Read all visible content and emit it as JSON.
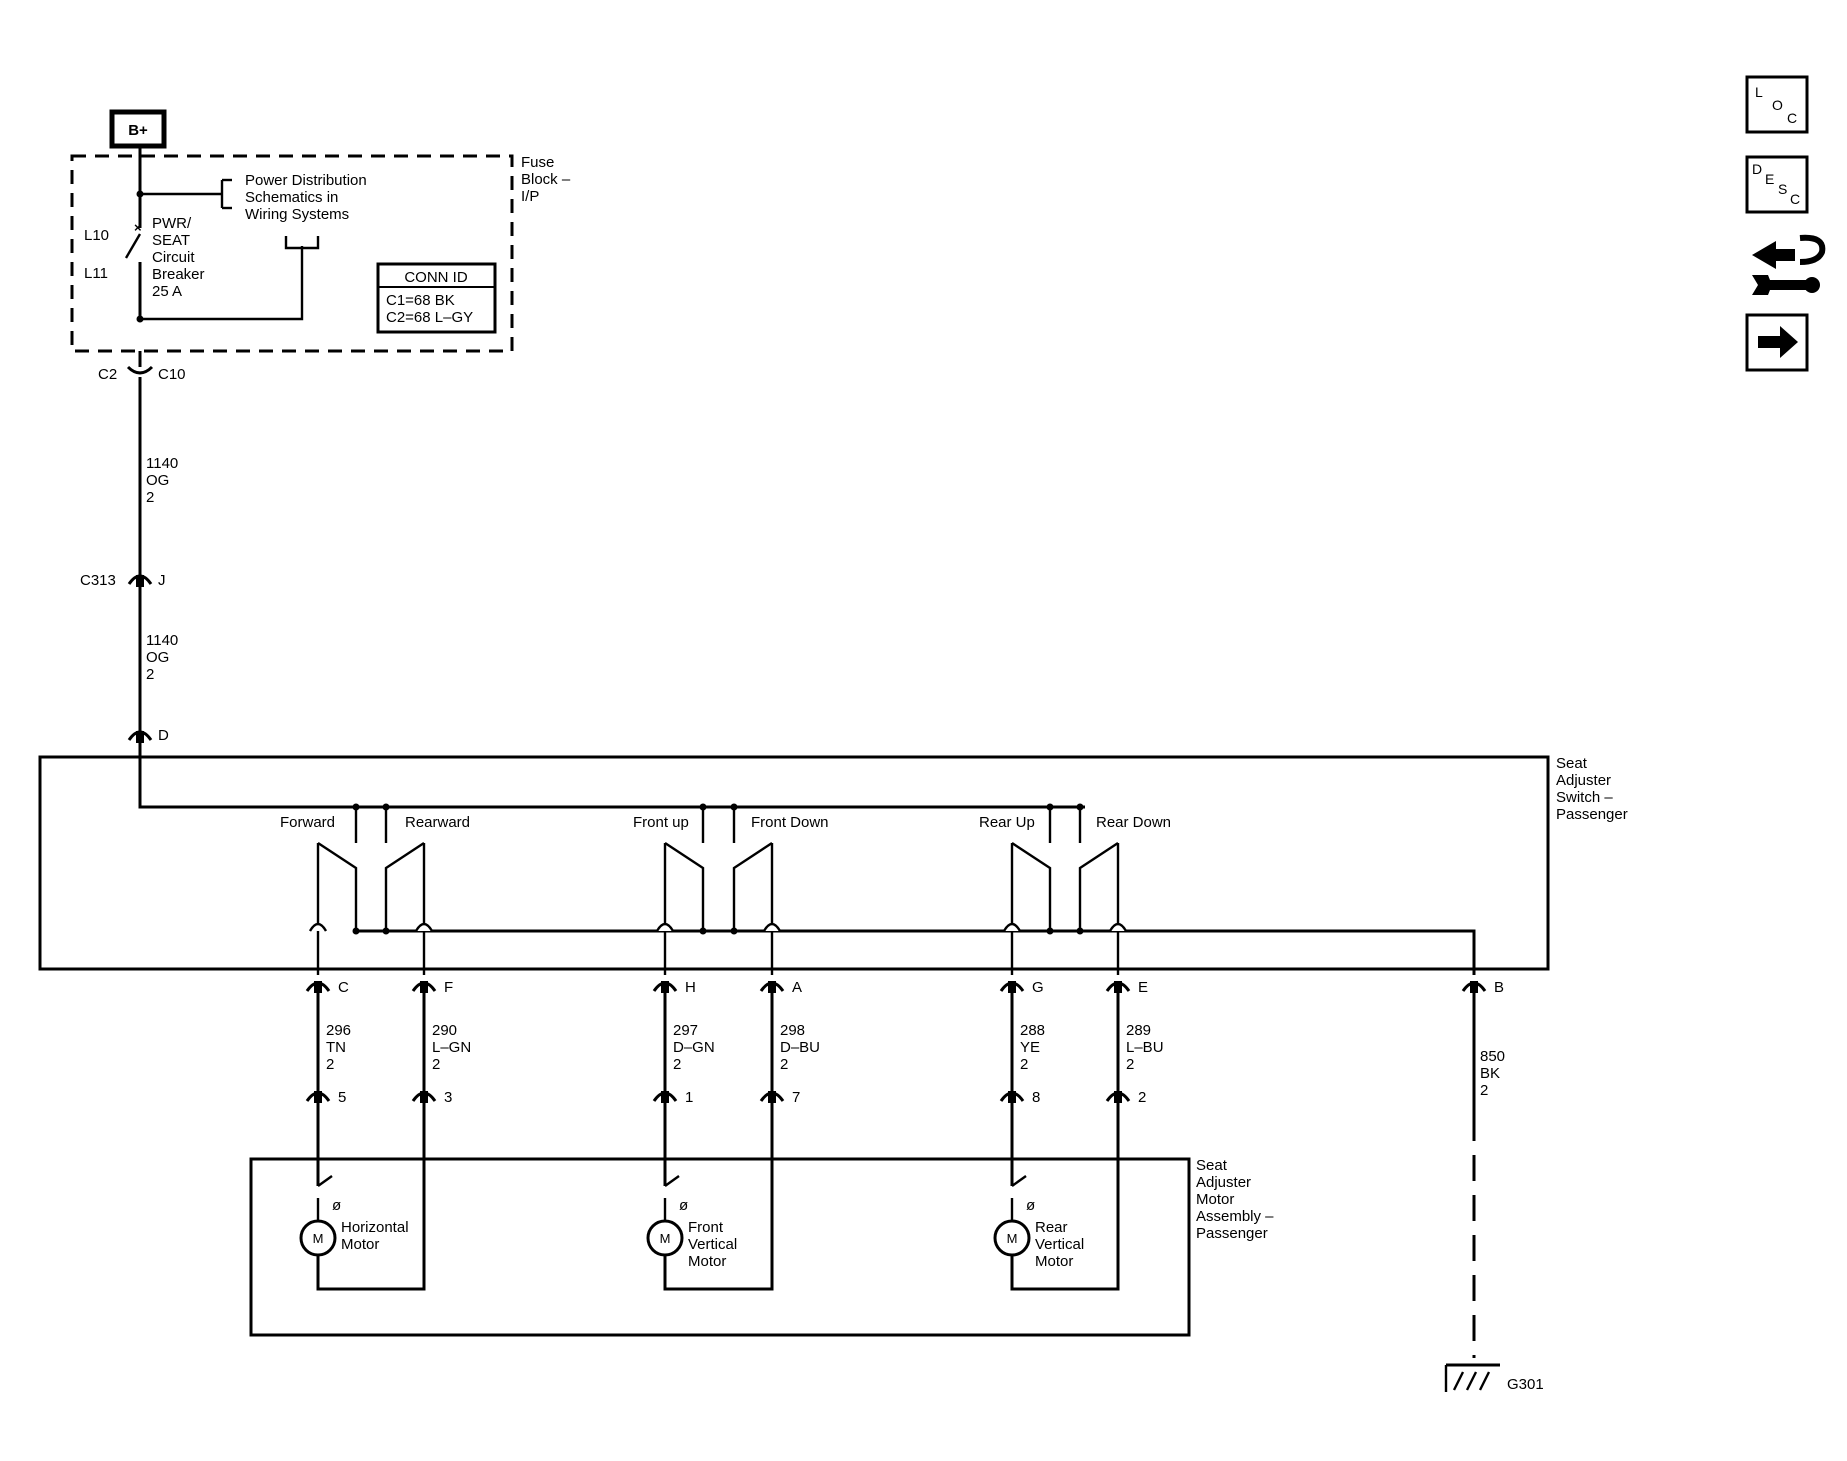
{
  "power": {
    "source": "B+",
    "fuse_block": [
      "Fuse",
      "Block –",
      "I/P"
    ],
    "pds_note": [
      "Power Distribution",
      "Schematics in",
      "Wiring Systems"
    ],
    "breaker": [
      "PWR/",
      "SEAT",
      "Circuit",
      "Breaker",
      "25 A"
    ],
    "breaker_pins": [
      "L10",
      "L11"
    ],
    "conn_id": {
      "title": "CONN ID",
      "c1": "C1=68 BK",
      "c2": "C2=68 L–GY"
    }
  },
  "feed": {
    "conn_top": {
      "left": "C2",
      "right": "C10"
    },
    "wire1": [
      "1140",
      "OG",
      "2"
    ],
    "conn_mid": {
      "left": "C313",
      "right": "J"
    },
    "wire2": [
      "1140",
      "OG",
      "2"
    ],
    "switch_pin": "D"
  },
  "switch": {
    "name": [
      "Seat",
      "Adjuster",
      "Switch –",
      "Passenger"
    ],
    "labels": [
      "Forward",
      "Rearward",
      "Front up",
      "Front Down",
      "Rear Up",
      "Rear Down"
    ],
    "pins": [
      "C",
      "F",
      "H",
      "A",
      "G",
      "E",
      "B"
    ]
  },
  "wires": [
    [
      "296",
      "TN",
      "2"
    ],
    [
      "290",
      "L–GN",
      "2"
    ],
    [
      "297",
      "D–GN",
      "2"
    ],
    [
      "298",
      "D–BU",
      "2"
    ],
    [
      "288",
      "YE",
      "2"
    ],
    [
      "289",
      "L–BU",
      "2"
    ]
  ],
  "ground_wire": [
    "850",
    "BK",
    "2"
  ],
  "motor_pins": [
    "5",
    "3",
    "1",
    "7",
    "8",
    "2"
  ],
  "motor_assembly": {
    "name": [
      "Seat",
      "Adjuster",
      "Motor",
      "Assembly –",
      "Passenger"
    ],
    "motor_symbol": "M",
    "motors": [
      [
        "Horizontal",
        "Motor"
      ],
      [
        "Front",
        "Vertical",
        "Motor"
      ],
      [
        "Rear",
        "Vertical",
        "Motor"
      ]
    ]
  },
  "ground": "G301",
  "nav": {
    "loc": [
      "L",
      "O",
      "C"
    ],
    "desc": [
      "D",
      "E",
      "S",
      "C"
    ]
  }
}
